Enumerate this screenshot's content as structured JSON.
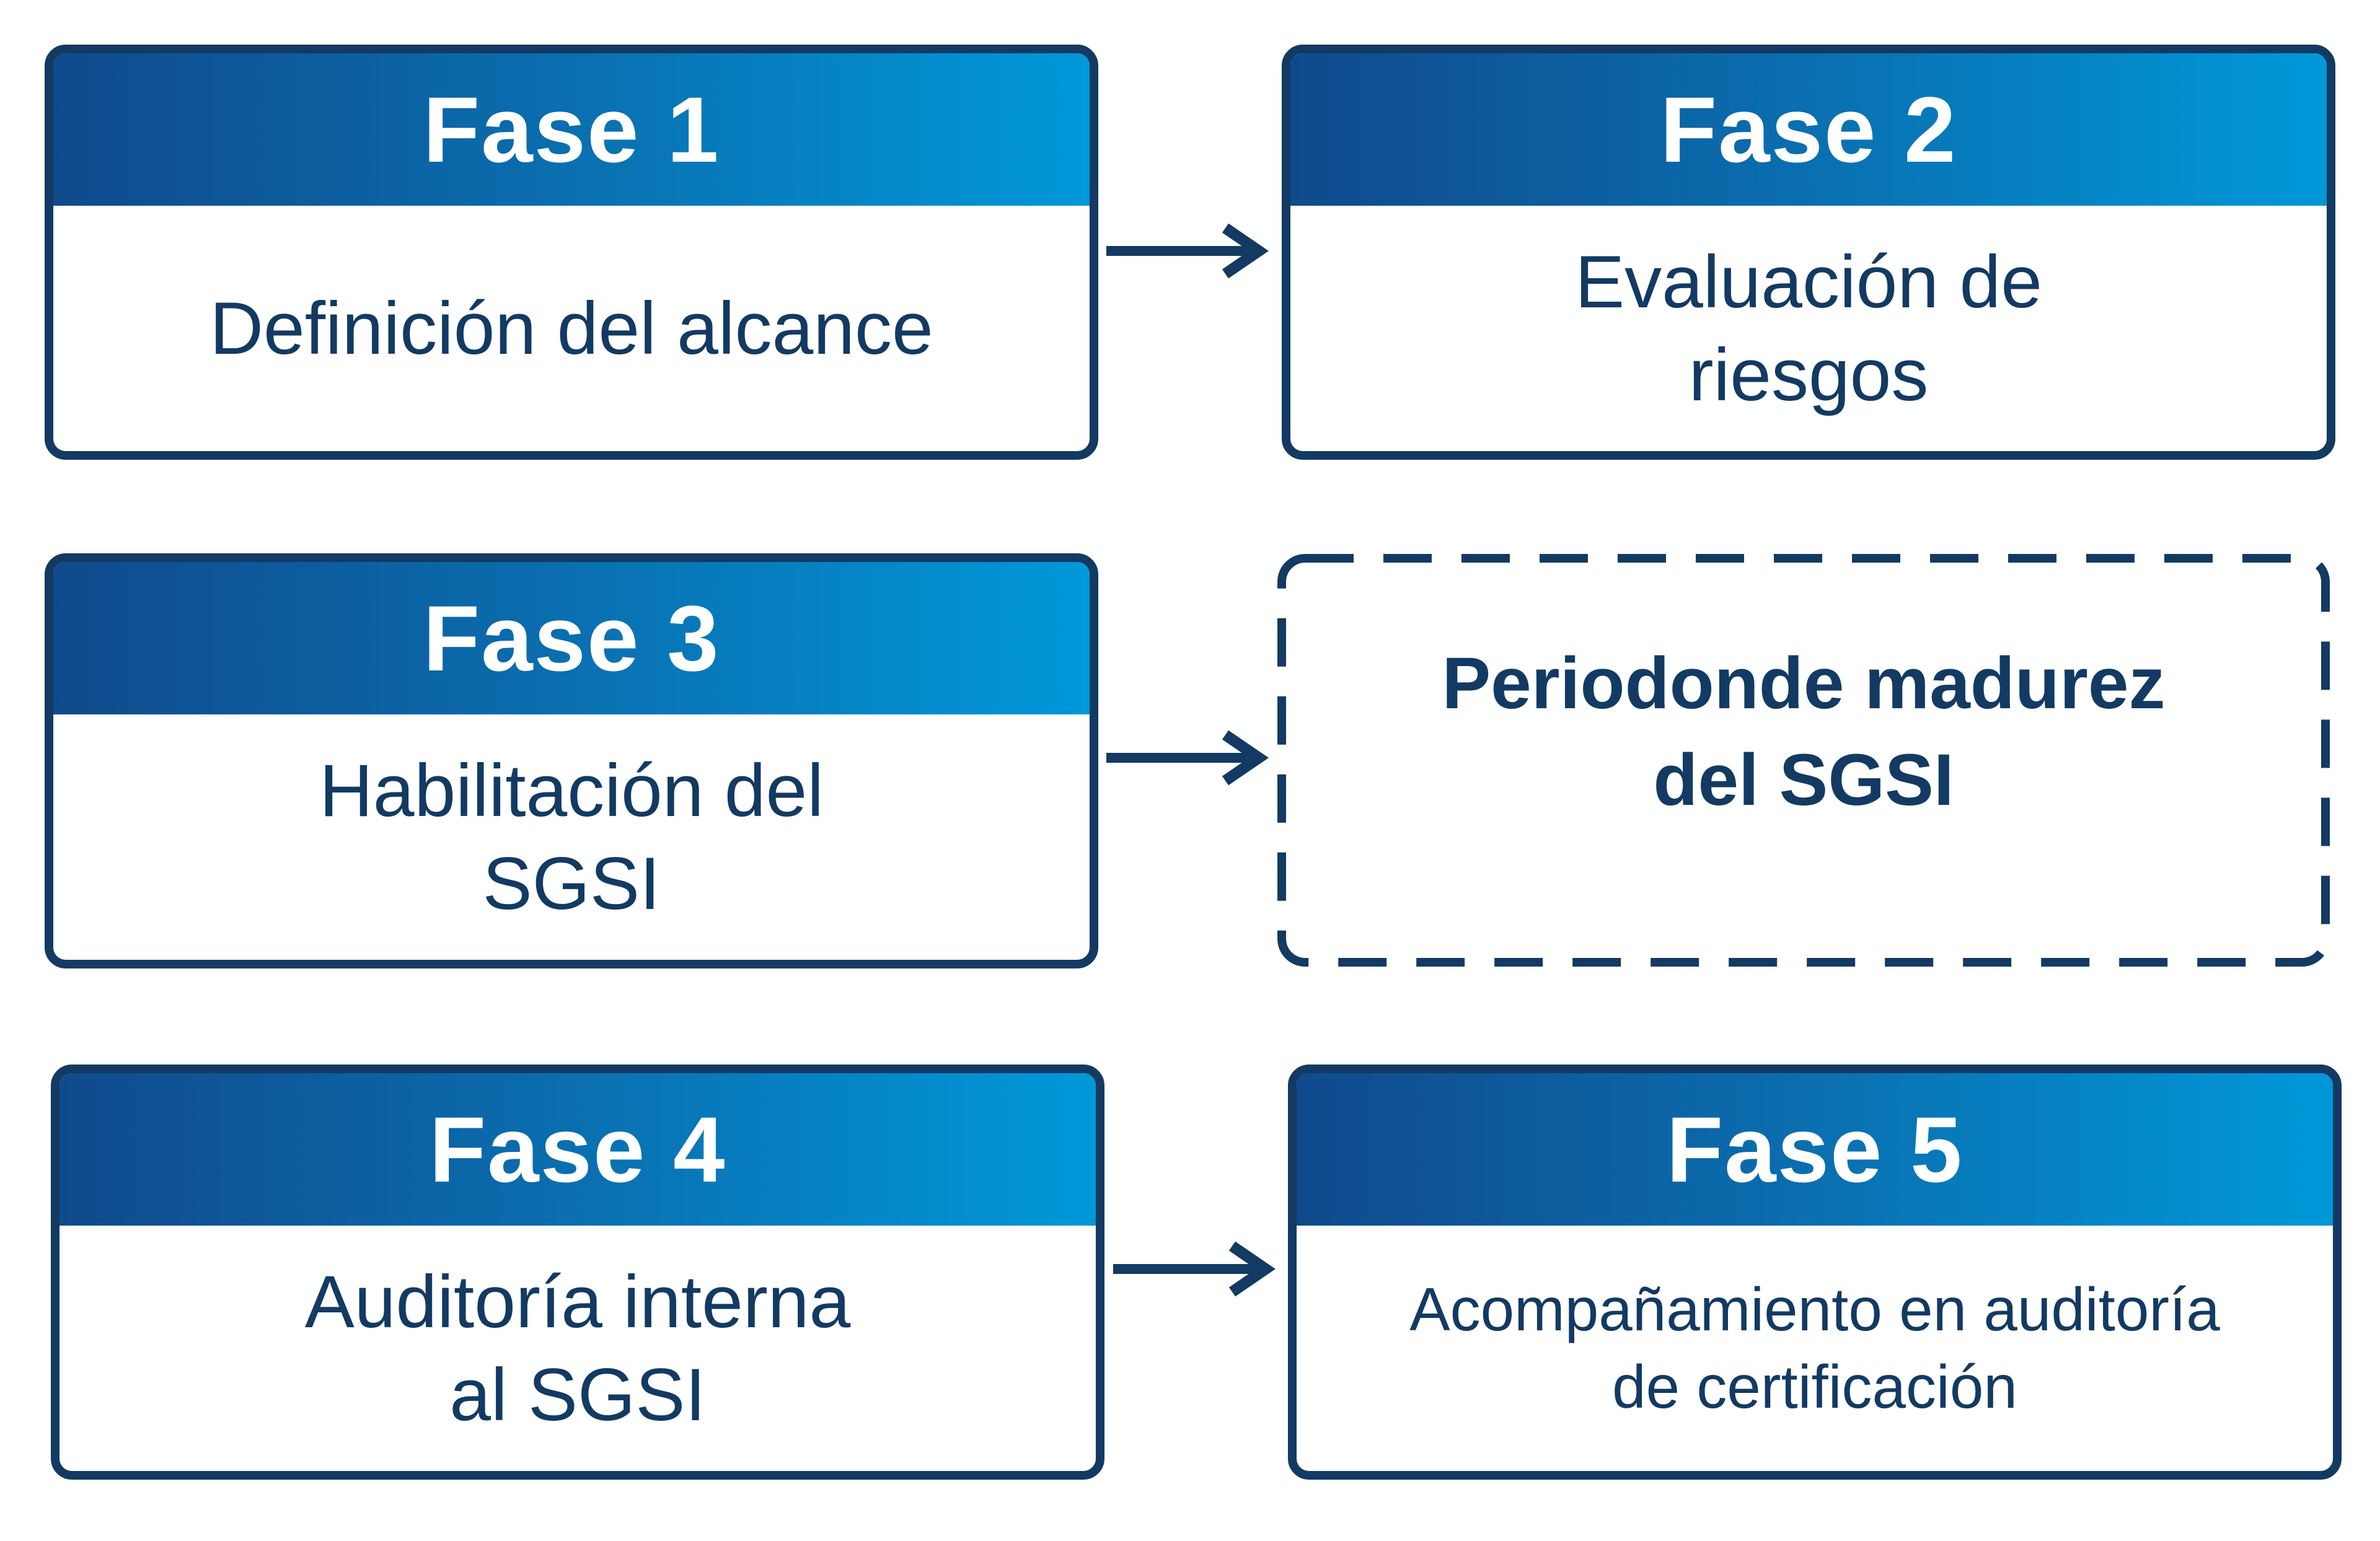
{
  "diagram": {
    "phases": [
      {
        "title": "Fase 1",
        "body": "Definición del alcance"
      },
      {
        "title": "Fase 2",
        "body": "Evaluación de\nriesgos"
      },
      {
        "title": "Fase 3",
        "body": "Habilitación del\nSGSI"
      },
      {
        "title": "Fase 4",
        "body": "Auditoría interna\nal SGSI"
      },
      {
        "title": "Fase 5",
        "body": "Acompañamiento en auditoría\nde certificación"
      }
    ],
    "maturity_period": "Periodonde madurez\ndel SGSI",
    "colors": {
      "border": "#123a63",
      "header_gradient_start": "#0f4a8c",
      "header_gradient_end": "#0098d9",
      "text": "#123a63"
    }
  }
}
